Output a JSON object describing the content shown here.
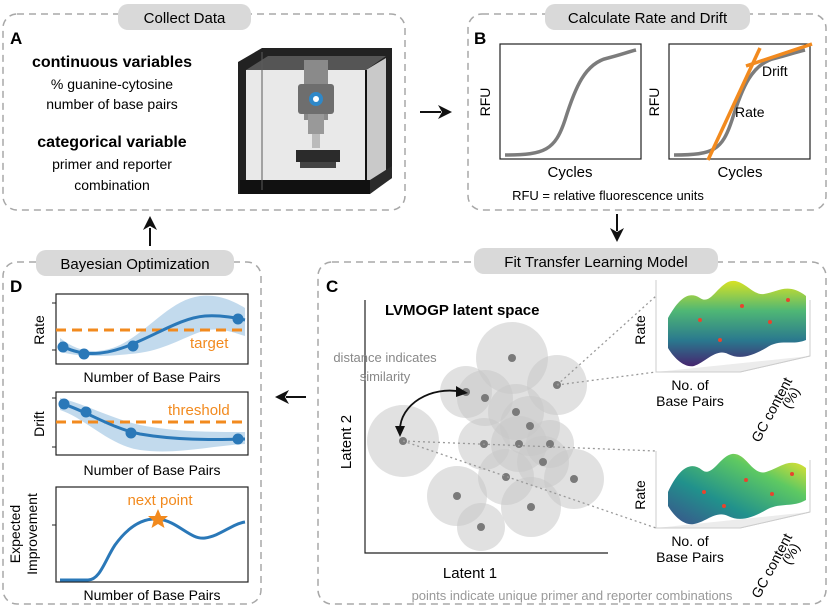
{
  "panels": {
    "A": {
      "letter": "A",
      "title": "Collect Data",
      "continuous_heading": "continuous variables",
      "continuous_items": [
        "% guanine-cytosine",
        "number of base pairs"
      ],
      "categorical_heading": "categorical variable",
      "categorical_items": [
        "primer and reporter",
        "combination"
      ]
    },
    "B": {
      "letter": "B",
      "title": "Calculate Rate and Drift",
      "ylabel": "RFU",
      "xlabel": "Cycles",
      "drift_label": "Drift",
      "rate_label": "Rate",
      "caption": "RFU = relative fluorescence units"
    },
    "C": {
      "letter": "C",
      "title": "Fit Transfer Learning Model",
      "latent_title": "LVMOGP latent space",
      "distance_note_line1": "distance indicates",
      "distance_note_line2": "similarity",
      "xlabel": "Latent 1",
      "ylabel": "Latent 2",
      "surface_zlabel": "Rate",
      "surface_xlabel_line1": "No. of",
      "surface_xlabel_line2": "Base Pairs",
      "surface_ylabel_line1": "GC content",
      "surface_ylabel_line2": "(%)",
      "caption": "points indicate unique primer and reporter combinations"
    },
    "D": {
      "letter": "D",
      "title": "Bayesian Optimization",
      "rate_ylabel": "Rate",
      "target_label": "target",
      "drift_ylabel": "Drift",
      "threshold_label": "threshold",
      "ei_ylabel_line1": "Expected",
      "ei_ylabel_line2": "Improvement",
      "next_point_label": "next point",
      "xlabel": "Number of Base Pairs"
    }
  },
  "colors": {
    "accent_orange": "#f28a1e",
    "gp_blue": "#2a78b8",
    "band_blue": "#b7d3ea",
    "curve_gray": "#7c7c7c",
    "box_gray": "#d9d9d9",
    "dash_gray": "#a8a8a8"
  },
  "icons": [
    "lab-robot-icon",
    "arrow-right-icon",
    "arrow-down-icon",
    "arrow-up-icon",
    "arrow-left-icon",
    "star-icon"
  ]
}
